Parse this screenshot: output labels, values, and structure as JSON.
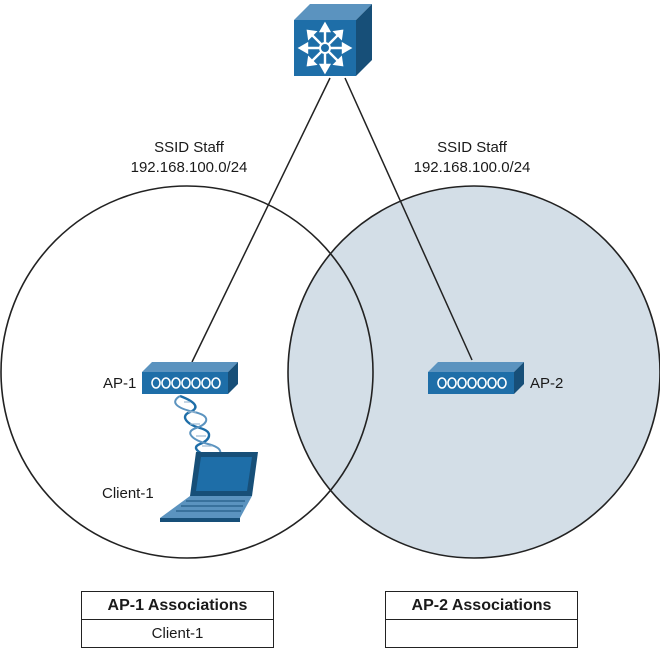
{
  "colors": {
    "device_blue": "#1e6ea8",
    "device_dark": "#174f78",
    "coverage_fill": "#d3dee7",
    "line": "#222222"
  },
  "switch": {
    "icon": "multilayer-switch-icon"
  },
  "cells": [
    {
      "ssid_label": "SSID Staff",
      "subnet_label": "192.168.100.0/24",
      "ap_label": "AP-1",
      "ap_icon": "access-point-icon",
      "client_label": "Client-1",
      "client_icon": "laptop-icon",
      "assoc_header": "AP-1 Associations",
      "assoc_rows": [
        "Client-1"
      ]
    },
    {
      "ssid_label": "SSID Staff",
      "subnet_label": "192.168.100.0/24",
      "ap_label": "AP-2",
      "ap_icon": "access-point-icon",
      "assoc_header": "AP-2 Associations",
      "assoc_rows": [
        ""
      ]
    }
  ]
}
